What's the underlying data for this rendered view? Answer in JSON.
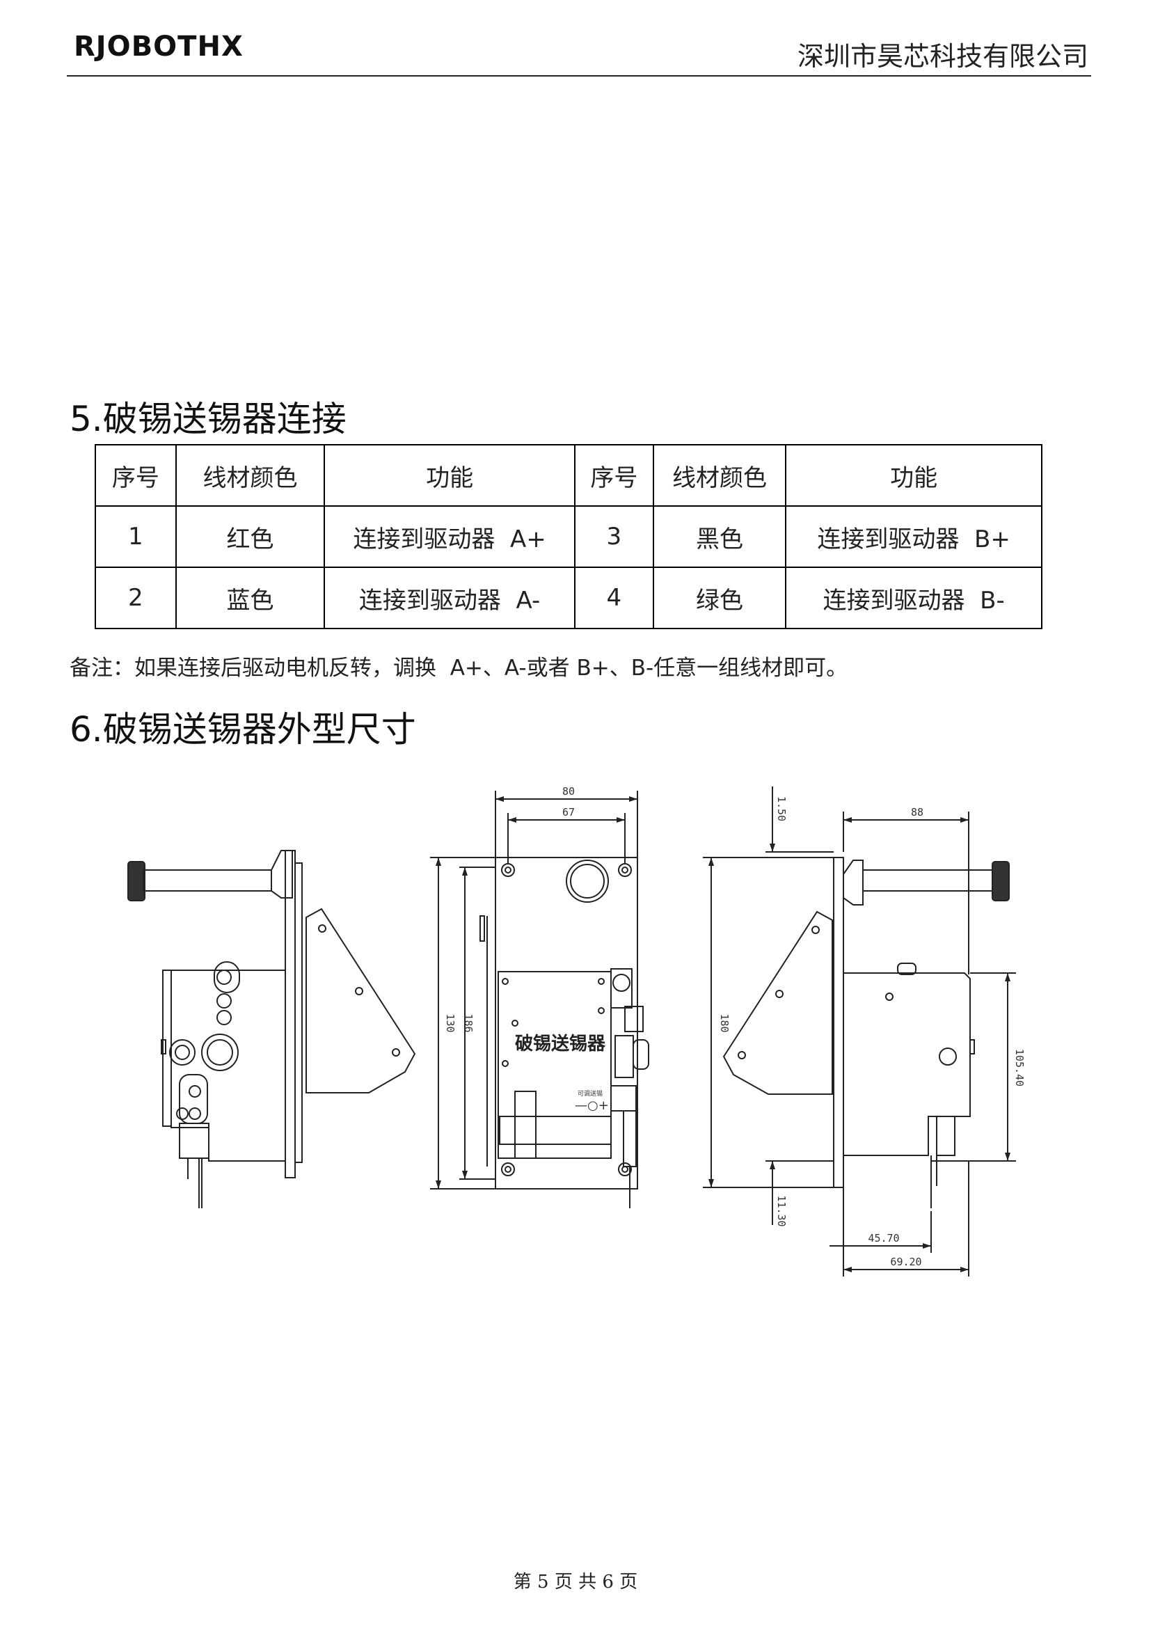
{
  "header": {
    "logo": "RJOBOTHX",
    "company": "深圳市昊芯科技有限公司"
  },
  "section5": {
    "title": "5.破锡送锡器连接"
  },
  "table": {
    "headers": [
      "序号",
      "线材颜色",
      "功能",
      "序号",
      "线材颜色",
      "功能"
    ],
    "rows": [
      [
        "1",
        "红色",
        "连接到驱动器  A+",
        "3",
        "黑色",
        "连接到驱动器  B+"
      ],
      [
        "2",
        "蓝色",
        "连接到驱动器  A-",
        "4",
        "绿色",
        "连接到驱动器  B-"
      ]
    ]
  },
  "note": "备注：如果连接后驱动电机反转，调换  A+、A-或者 B+、B-任意一组线材即可。",
  "section6": {
    "title": "6.破锡送锡器外型尺寸"
  },
  "drawing": {
    "device_label": "破锡送锡器",
    "small_label": "可调送锡",
    "symbol": "—○+",
    "dims": {
      "d80": "80",
      "d67": "67",
      "d150": "1.50",
      "d88": "88",
      "d130": "130",
      "d186": "186",
      "d180": "180",
      "d10540": "105.40",
      "d1130": "11.30",
      "d4570": "45.70",
      "d6920": "69.20"
    }
  },
  "footer": "第 5 页 共 6 页"
}
